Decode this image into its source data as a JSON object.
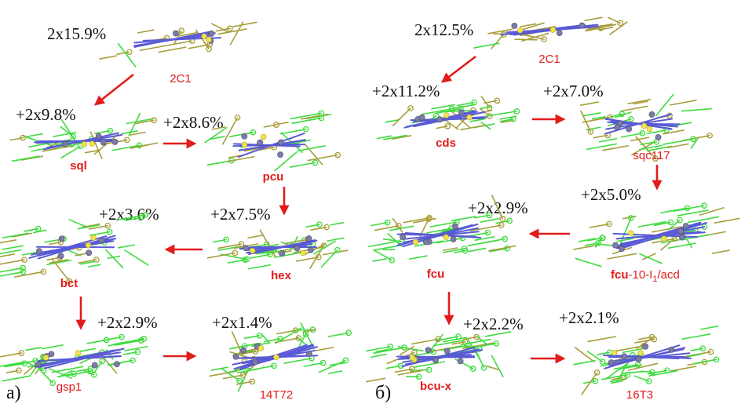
{
  "panel_a": {
    "marker": "а)",
    "start": {
      "label": "2C1",
      "increment": "2x15.9%"
    },
    "nodes": [
      {
        "label": "sql",
        "increment": "+2x9.8%"
      },
      {
        "label": "pcu",
        "increment": "+2x8.6%"
      },
      {
        "label": "hex",
        "increment": "+2x7.5%"
      },
      {
        "label": "bct",
        "increment": "+2x3.6%"
      },
      {
        "label": "gsp1",
        "increment": "+2x2.9%"
      },
      {
        "label": "14T72",
        "increment": "+2x1.4%"
      }
    ]
  },
  "panel_b": {
    "marker": "б)",
    "start": {
      "label": "2C1",
      "increment": "2x12.5%"
    },
    "nodes": [
      {
        "label": "cds",
        "increment": "+2x11.2%"
      },
      {
        "label": "sqc117",
        "increment": "+2x7.0%"
      },
      {
        "label_bold": "fcu",
        "label_rest": "-10-I",
        "label_sub": "1",
        "label_tail": "/acd",
        "increment": "+2x5.0%"
      },
      {
        "label": "fcu",
        "increment": "+2x2.9%"
      },
      {
        "label": "bcu-x",
        "increment": "+2x2.2%"
      },
      {
        "label": "16T3",
        "increment": "+2x2.1%"
      }
    ]
  },
  "colors": {
    "arrow": "#e21b1b",
    "label": "#e21b1b",
    "ligand": "#3edb3e",
    "ligand_dark": "#a89d3b",
    "metal": "#7c7ba6",
    "sulfur": "#f2e34a",
    "nitrogen": "#5a5ad6"
  }
}
